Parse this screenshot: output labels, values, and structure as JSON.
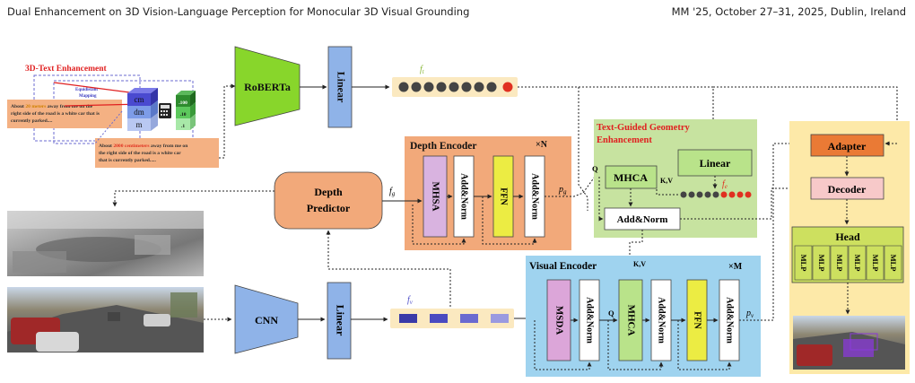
{
  "header": {
    "left_title": "Dual Enhancement on 3D Vision-Language Perception for Monocular 3D Visual Grounding",
    "right_venue": "MM '25, October 27–31, 2025, Dublin, Ireland"
  },
  "text_enh": {
    "title": "3D-Text Enhancement",
    "equidistant": "Equidistant",
    "mapping": "Mapping",
    "units": [
      "cm",
      "dm",
      "m"
    ],
    "factors": [
      ".100",
      ".10",
      ".1"
    ],
    "text_before": "About ",
    "num_before": "20 meters",
    "rest_before": " away from me on the right side of the road is a white car that is currently parked....",
    "text_after": "About ",
    "num_after": "2000 centimeters",
    "rest_after": " away from me on the right side of the road is a white car that is currently parked....."
  },
  "roberta": "RoBERTa",
  "linear": "Linear",
  "f_t": "f",
  "f_t_sub": "t",
  "f_g": "f",
  "f_g_sub": "g",
  "f_v": "f",
  "f_v_sub": "v",
  "f_e": "f",
  "f_e_sub": "e",
  "p_g": "p",
  "p_g_sub": "g",
  "p_v": "p",
  "p_v_sub": "v",
  "depth_encoder": {
    "title": "Depth Encoder",
    "repeat": "×N",
    "mhsa": "MHSA",
    "addnorm": "Add&Norm",
    "ffn": "FFN"
  },
  "depth_predictor": [
    "Depth",
    "Predictor"
  ],
  "tgge": {
    "title1": "Text-Guided Geometry",
    "title2": "Enhancement",
    "mhca": "MHCA",
    "linear": "Linear",
    "addnorm": "Add&Norm",
    "q": "Q",
    "kv": "K,V"
  },
  "cnn": "CNN",
  "visual_encoder": {
    "title": "Visual Encoder",
    "repeat": "×M",
    "msda": "MSDA",
    "addnorm": "Add&Norm",
    "mhca": "MHCA",
    "ffn": "FFN",
    "q": "Q",
    "kv": "K,V"
  },
  "head": {
    "adapter": "Adapter",
    "decoder": "Decoder",
    "head": "Head",
    "mlp": "MLP"
  },
  "colors": {
    "roberta": "#88d62b",
    "linear_blue": "#8fb3e8",
    "depth_bg": "#f2a97a",
    "mhsa": "#d9b3e0",
    "ffn": "#ecec43",
    "tgge_bg": "#c7e3a0",
    "visual_bg": "#9fd3ef",
    "msda": "#dca6d9",
    "mhca": "#b9e38a",
    "right_bg": "#fde9a8",
    "adapter": "#ea7a35",
    "decoder": "#f7c9c9",
    "head": "#cde05f"
  }
}
